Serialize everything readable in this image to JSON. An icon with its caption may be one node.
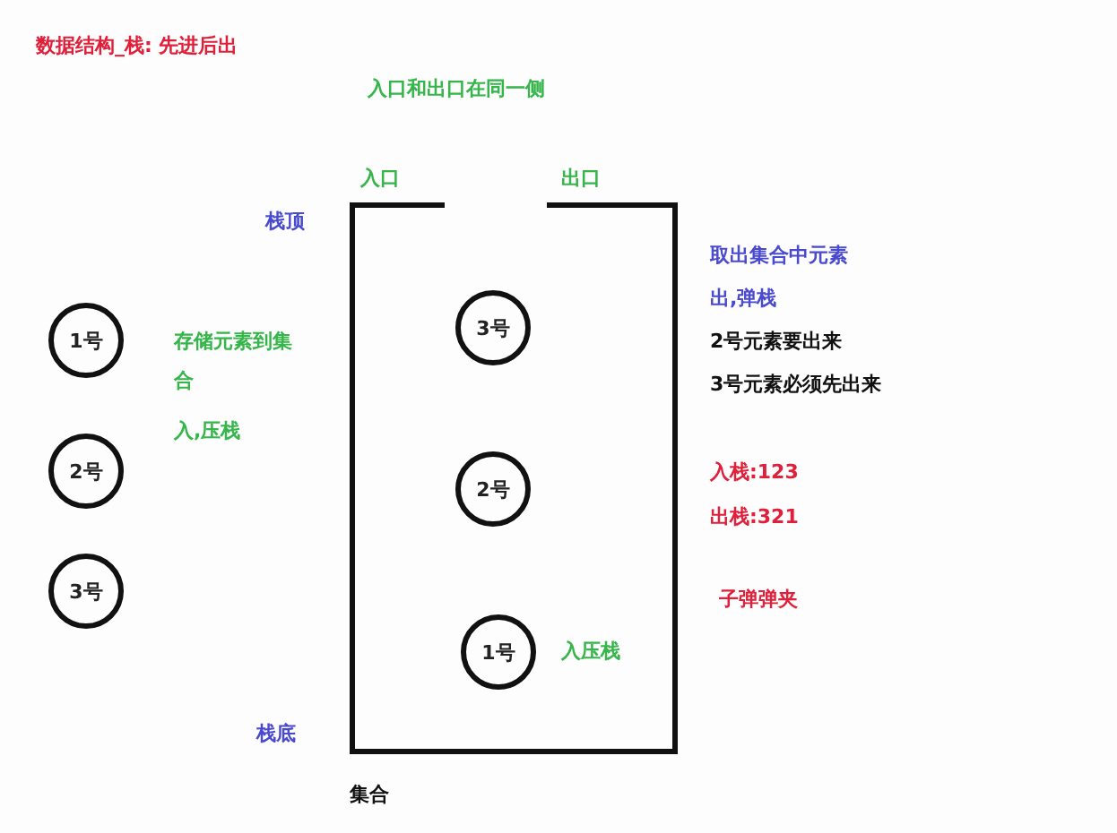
{
  "diagram": {
    "title": "数据结构_栈: 先进后出",
    "nodes": [
      {
        "text": [],
        "shape": "box",
        "beside": [
          "集合"
        ]
      },
      {
        "text": [
          "3号"
        ],
        "in": 0
      },
      {
        "text": [
          "2号"
        ],
        "in": 0
      },
      {
        "text": [
          "1号"
        ],
        "in": 0,
        "beside": [
          "入压栈"
        ]
      },
      {
        "text": [
          "1号"
        ]
      },
      {
        "text": [
          "2号"
        ]
      },
      {
        "text": [
          "3号"
        ]
      }
    ],
    "edges": [],
    "labels": [
      "入口和出口在同一侧",
      "入口",
      "出口",
      "栈顶",
      "存储元素到集合",
      "入,压栈",
      "取出集合中元素",
      "出,弹栈",
      "2号元素要出来",
      "3号元素必须先出来",
      "入栈:123",
      "出栈:321",
      "子弹弹夹",
      "栈底"
    ]
  }
}
